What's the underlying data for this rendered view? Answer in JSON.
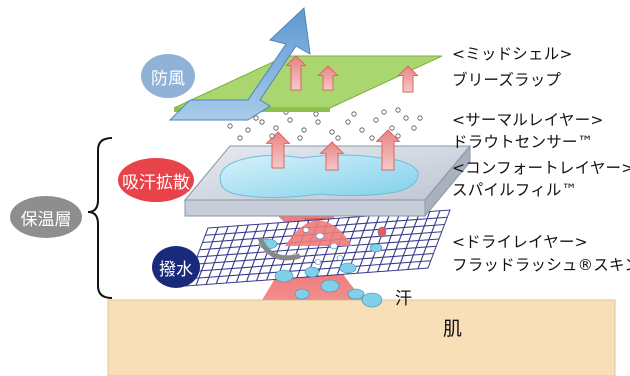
{
  "badges": {
    "windproof": "防風",
    "absorb_diffuse": "吸汗拡散",
    "insulation": "保温層",
    "water_repellent": "撥水"
  },
  "layers": {
    "mid_shell": {
      "heading": "<ミッドシェル>",
      "product": "ブリーズラップ"
    },
    "thermal": {
      "heading": "<サーマルレイヤー>",
      "product": "ドラウトセンサー™"
    },
    "comfort": {
      "heading": "<コンフォートレイヤー>",
      "product": "スパイルフィル™"
    },
    "dry": {
      "heading": "<ドライレイヤー>",
      "product": "フラッドラッシュ®スキン"
    }
  },
  "sweat_label": "汗",
  "skin_label": "肌",
  "colors": {
    "skin": "#f9dfb7",
    "shell": "#a9d66e",
    "arrow_blue": "#6da6d8",
    "arrow_red": "#f2a0a0",
    "badge_windproof": "#8fb2d6",
    "badge_absorb": "#e8434a",
    "badge_insulation": "#8e8e8e",
    "badge_water": "#1a2a7a",
    "water": "#7fd0ea",
    "grid": "#3a3a8c"
  }
}
